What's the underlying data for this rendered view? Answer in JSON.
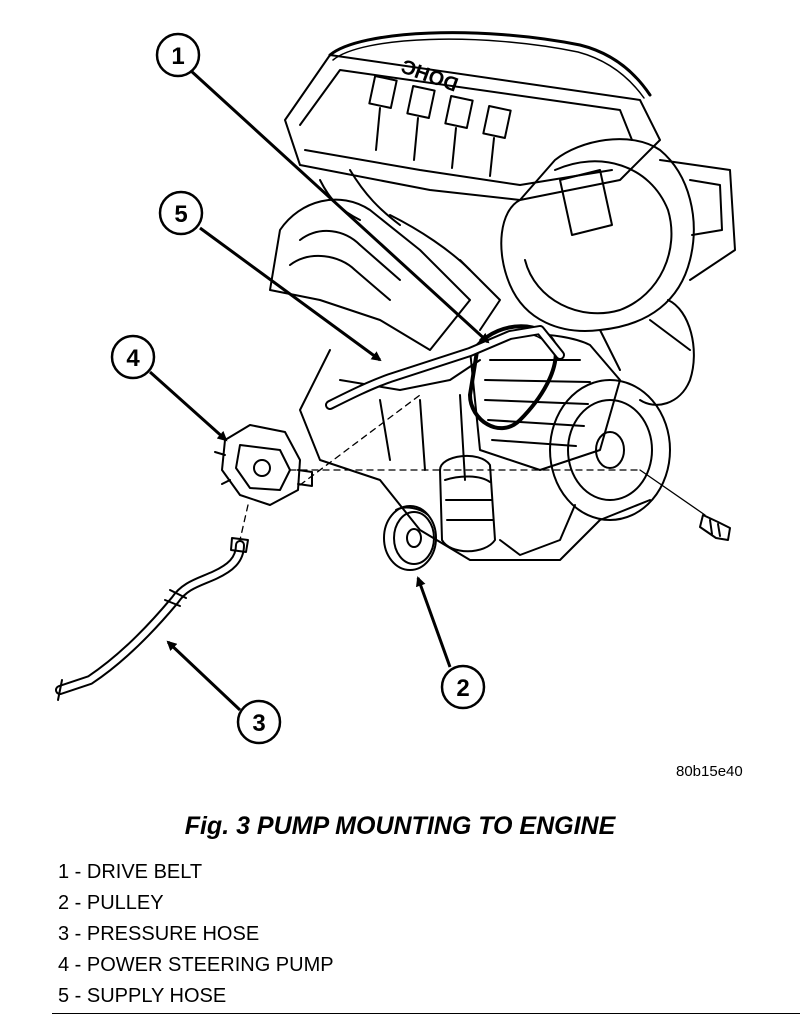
{
  "figure": {
    "ref_code": "80b15e40",
    "caption": "Fig. 3 PUMP MOUNTING TO ENGINE"
  },
  "callouts": [
    {
      "number": "1",
      "label": "DRIVE BELT"
    },
    {
      "number": "2",
      "label": "PULLEY"
    },
    {
      "number": "3",
      "label": "PRESSURE HOSE"
    },
    {
      "number": "4",
      "label": "POWER STEERING PUMP"
    },
    {
      "number": "5",
      "label": "SUPPLY HOSE"
    }
  ],
  "legend": [
    "1 - DRIVE BELT",
    "2 - PULLEY",
    "3 - PRESSURE HOSE",
    "4 - POWER STEERING PUMP",
    "5 - SUPPLY HOSE"
  ],
  "engine_cover_text": "DOHC"
}
